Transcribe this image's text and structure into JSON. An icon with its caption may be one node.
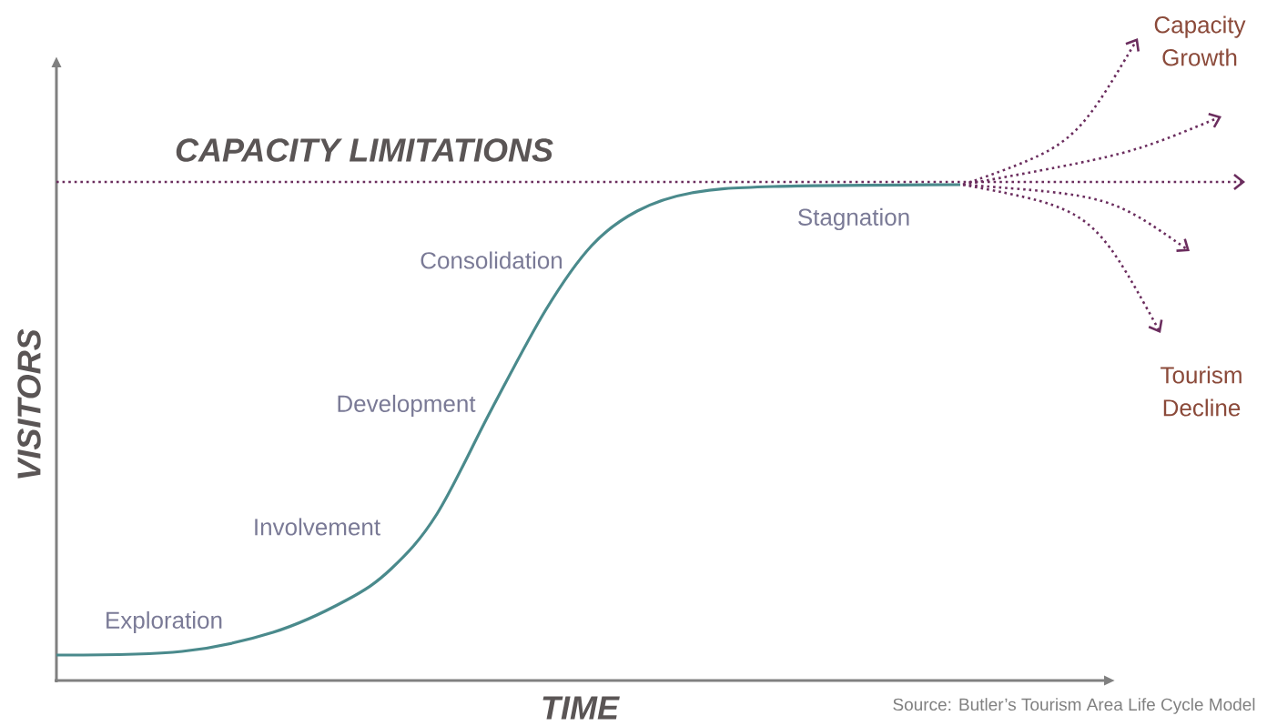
{
  "diagram": {
    "caption": "Source: Butler’s Tourism Area Life Cycle Model",
    "labels": [
      "Capacity Growth",
      "CAPACITY LIMITATIONS",
      "Stagnation",
      "Consolidation",
      "Tourism Decline",
      "Development",
      "VISITORS",
      "Involvement",
      "Exploration",
      "TIME"
    ]
  }
}
